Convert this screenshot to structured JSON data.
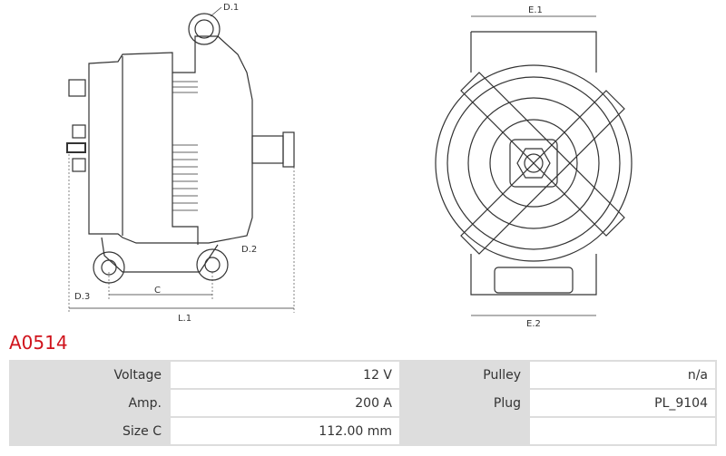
{
  "product": {
    "code": "A0514"
  },
  "diagram": {
    "labels": {
      "d1": "D.1",
      "d2": "D.2",
      "d3": "D.3",
      "c": "C",
      "l1": "L.1",
      "e1": "E.1",
      "e2": "E.2"
    }
  },
  "specs": [
    {
      "label": "Voltage",
      "value": "12 V",
      "label2": "Pulley",
      "value2": "n/a"
    },
    {
      "label": "Amp.",
      "value": "200 A",
      "label2": "Plug",
      "value2": "PL_9104"
    },
    {
      "label": "Size C",
      "value": "112.00 mm",
      "label2": "",
      "value2": ""
    }
  ]
}
